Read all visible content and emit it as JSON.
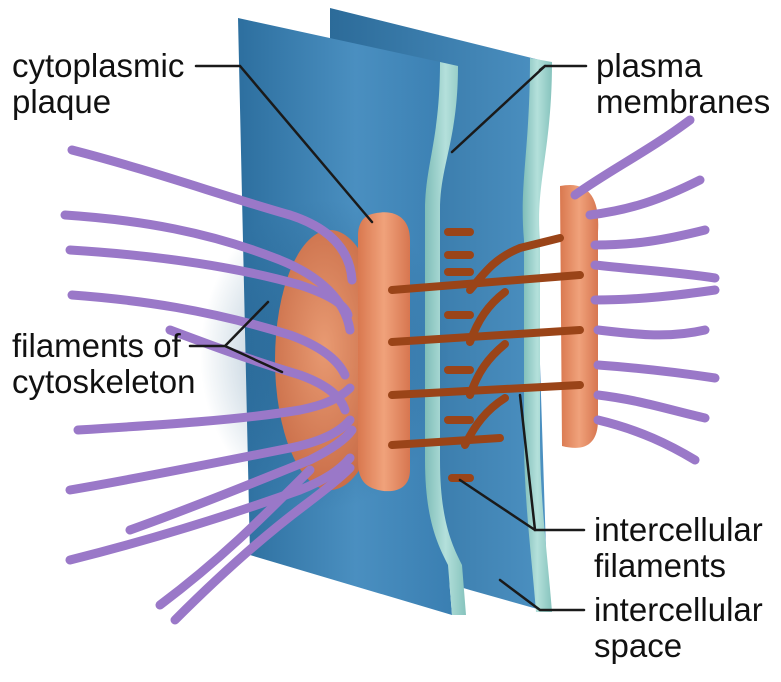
{
  "labels": {
    "cytoplasmic_plaque": [
      "cytoplasmic",
      "plaque"
    ],
    "filaments_of_cytoskeleton": [
      "filaments of",
      "cytoskeleton"
    ],
    "plasma_membranes": [
      "plasma",
      "membranes"
    ],
    "intercellular_filaments": [
      "intercellular",
      "filaments"
    ],
    "intercellular_space": [
      "intercellular",
      "space"
    ]
  },
  "colors": {
    "membrane_blue": "#3f86b8",
    "membrane_edge": "#9fd0cb",
    "plaque_orange": "#e48a62",
    "filament_brown": "#9a4418",
    "cytoskeleton_purple": "#9a78c8",
    "leader_line": "#1a1a1a"
  }
}
